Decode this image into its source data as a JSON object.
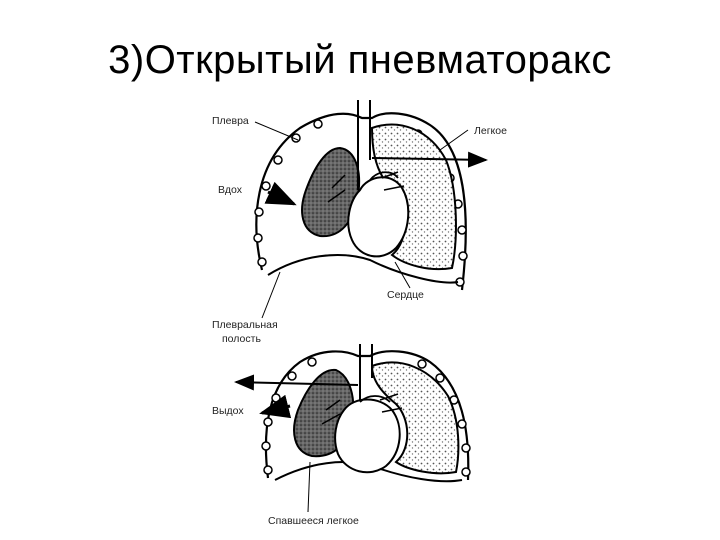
{
  "title": "3)Открытый пневматоракс",
  "labels": {
    "pleura": "Плевра",
    "lung": "Легкое",
    "inhale": "Вдох",
    "heart": "Сердце",
    "pleural_cavity_line1": "Плевральная",
    "pleural_cavity_line2": "полость",
    "exhale": "Выдох",
    "collapsed_lung": "Спавшееся легкое"
  }
}
